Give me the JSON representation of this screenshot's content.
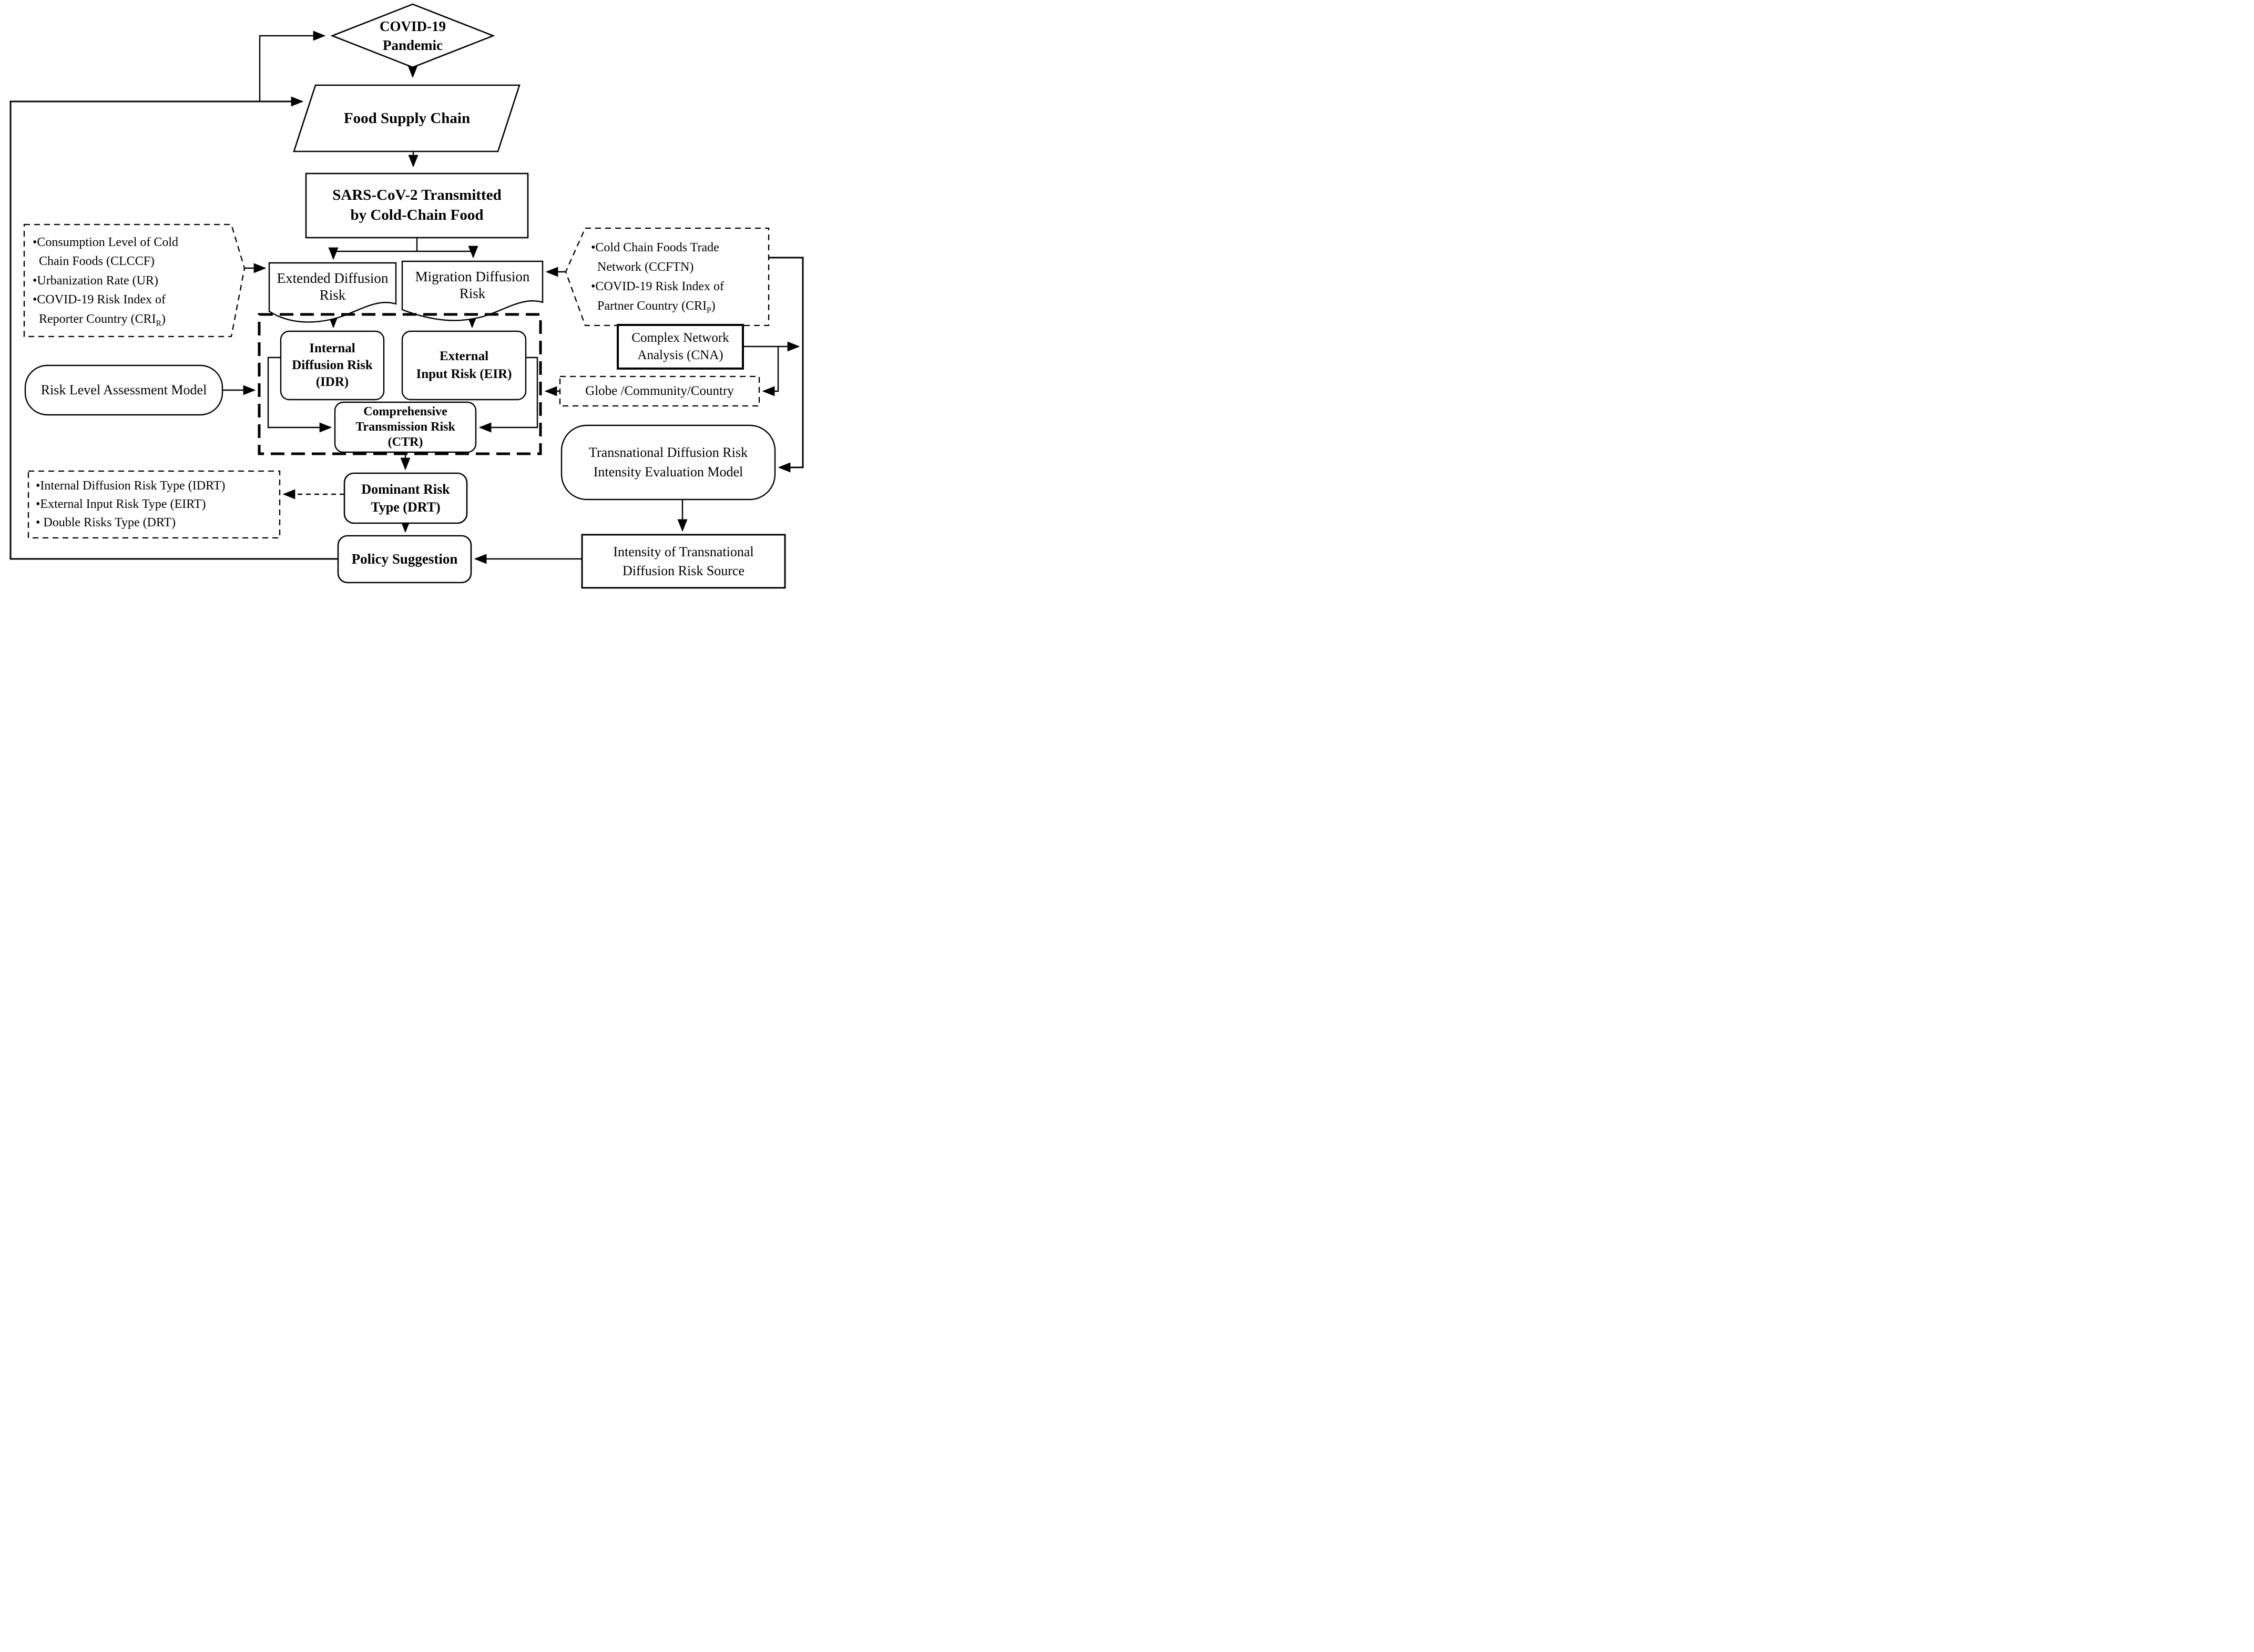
{
  "colors": {
    "line": "#000000",
    "background": "#ffffff"
  },
  "nodes": {
    "covid_pandemic": {
      "line1": "COVID-19",
      "line2": "Pandemic"
    },
    "food_supply_chain": {
      "label": "Food Supply Chain"
    },
    "sars_cold_chain": {
      "line1": "SARS-CoV-2 Transmitted",
      "line2": "by Cold-Chain Food"
    },
    "extended_diffusion": {
      "line1": "Extended Diffusion",
      "line2": "Risk"
    },
    "migration_diffusion": {
      "line1": "Migration Diffusion",
      "line2": "Risk"
    },
    "reporter_inputs": {
      "line1": "•Consumption Level of Cold",
      "line2": "  Chain Foods (CLCCF)",
      "line3": "•Urbanization Rate (UR)",
      "line4": "•COVID-19 Risk Index of",
      "line5_pre": "  Reporter Country (CRI",
      "line5_sub": "R",
      "line5_post": ")"
    },
    "partner_inputs": {
      "line1": "•Cold Chain Foods Trade",
      "line2": "  Network (CCFTN)",
      "line3": "•COVID-19 Risk Index of",
      "line4_pre": "  Partner Country (CRI",
      "line4_sub": "P",
      "line4_post": ")"
    },
    "internal_diffusion_risk": {
      "line1": "Internal",
      "line2": "Diffusion Risk",
      "line3": "(IDR)"
    },
    "external_input_risk": {
      "line1": "External",
      "line2": "Input Risk (EIR)"
    },
    "comprehensive_transmission_risk": {
      "line1": "Comprehensive",
      "line2": "Transmission Risk",
      "line3": "(CTR)"
    },
    "risk_level_model": {
      "label": "Risk Level Assessment Model"
    },
    "complex_network_analysis": {
      "line1": "Complex Network",
      "line2": "Analysis (CNA)"
    },
    "globe_community_country": {
      "label": "Globe /Community/Country"
    },
    "transnational_model": {
      "line1": "Transnational Diffusion Risk",
      "line2": "Intensity Evaluation Model"
    },
    "dominant_risk_type": {
      "line1": "Dominant Risk",
      "line2": "Type (DRT)"
    },
    "risk_type_outputs": {
      "line1": "•Internal Diffusion Risk Type (IDRT)",
      "line2": "•External Input Risk Type (EIRT)",
      "line3": "• Double Risks Type (DRT)"
    },
    "policy_suggestion": {
      "label": "Policy Suggestion"
    },
    "intensity_source": {
      "line1": "Intensity of Transnational",
      "line2": "Diffusion Risk Source"
    }
  }
}
